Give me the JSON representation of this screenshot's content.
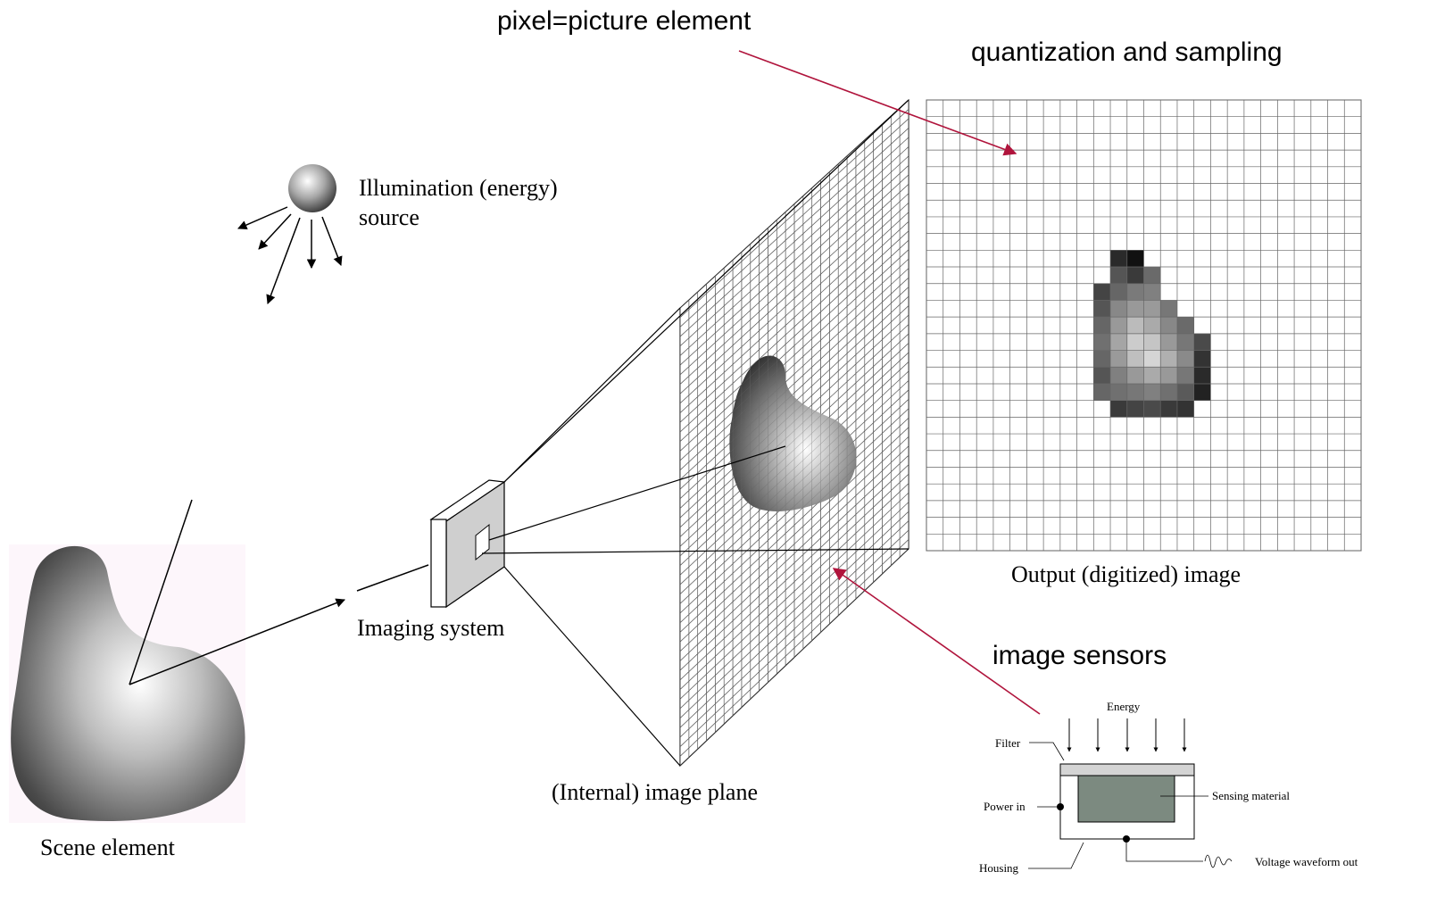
{
  "annotations": {
    "pixel": "pixel=picture element",
    "quantization": "quantization and sampling",
    "sensors": "image sensors"
  },
  "labels": {
    "illumination_line1": "Illumination (energy)",
    "illumination_line2": "source",
    "imaging_system": "Imaging system",
    "image_plane": "(Internal) image plane",
    "output_image": "Output (digitized) image",
    "scene_element": "Scene element"
  },
  "sensor": {
    "energy": "Energy",
    "filter": "Filter",
    "power_in": "Power in",
    "housing": "Housing",
    "sensing_material": "Sensing material",
    "voltage": "Voltage waveform out"
  },
  "colors": {
    "annotation_arrow": "#b0143c",
    "line": "#000000",
    "sensing_material": "#7c8a80",
    "filter": "#d4d4d4"
  }
}
